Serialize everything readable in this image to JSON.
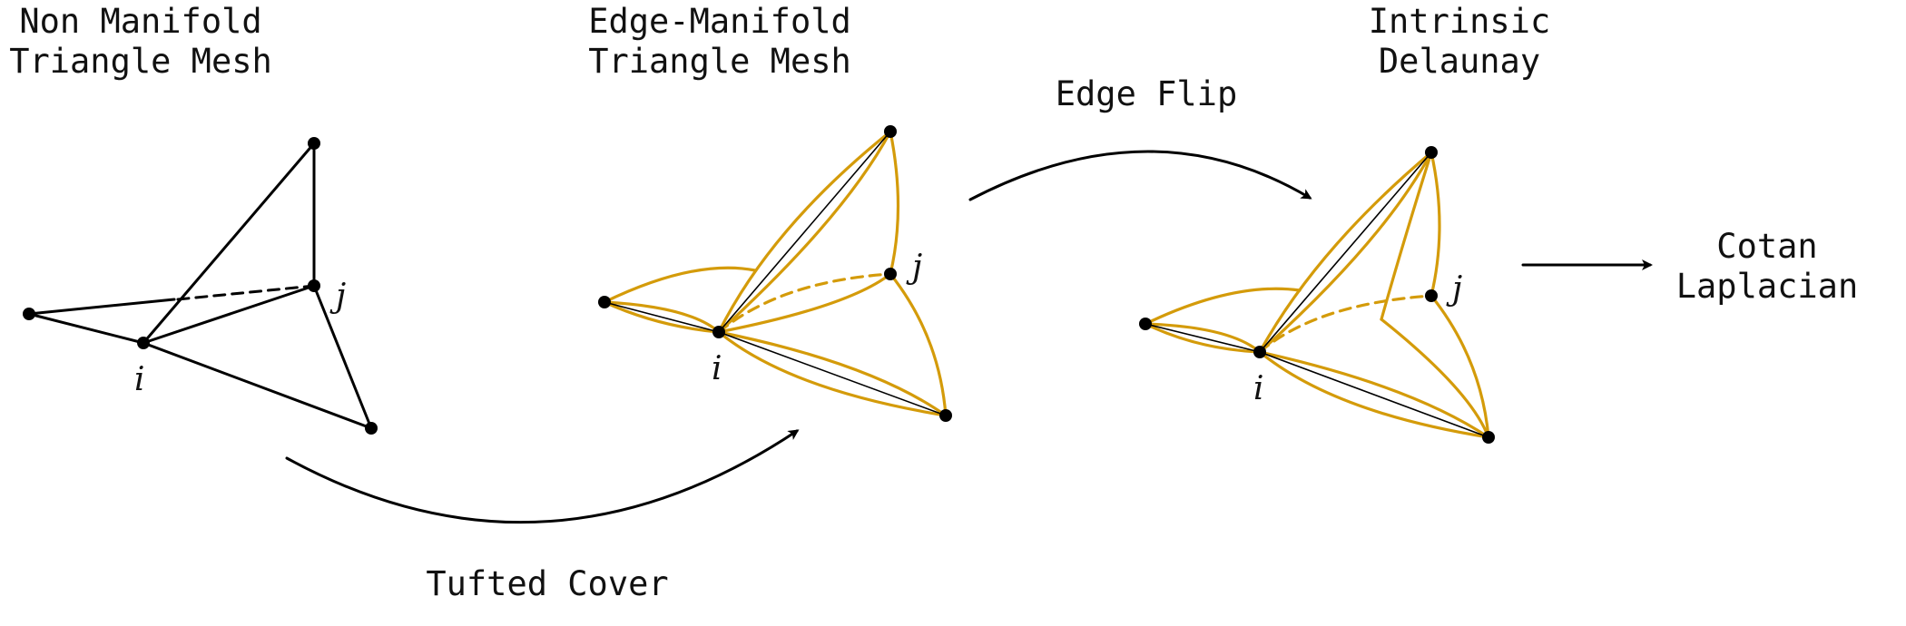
{
  "colors": {
    "ink": "#000000",
    "tuft": "#D49B0A"
  },
  "panels": {
    "non_manifold": {
      "title_line1": "Non Manifold",
      "title_line2": "Triangle Mesh",
      "vertex_i": "i",
      "vertex_j": "j"
    },
    "edge_manifold": {
      "title_line1": "Edge-Manifold",
      "title_line2": "Triangle Mesh",
      "vertex_i": "i",
      "vertex_j": "j"
    },
    "intrinsic_delaunay": {
      "title_line1": "Intrinsic",
      "title_line2": "Delaunay",
      "vertex_i": "i",
      "vertex_j": "j"
    },
    "result": {
      "line1": "Cotan",
      "line2": "Laplacian"
    }
  },
  "arrows": {
    "tufted_cover": "Tufted Cover",
    "edge_flip": "Edge Flip"
  }
}
